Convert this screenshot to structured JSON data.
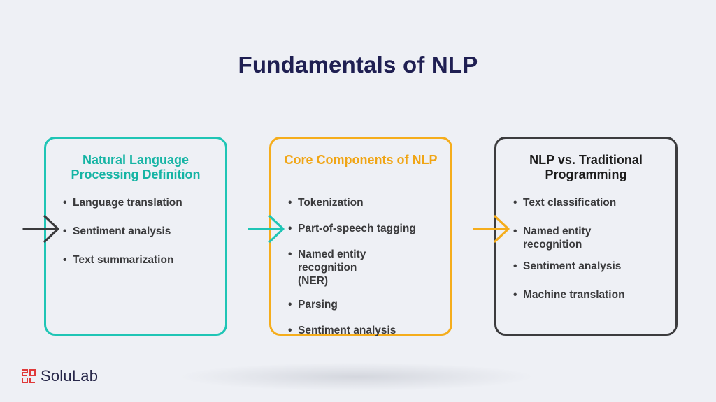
{
  "title": "Fundamentals of NLP",
  "cards": [
    {
      "title": "Natural Language Processing Definition",
      "accent": "#1fc5b5",
      "items": [
        "Language translation",
        "Sentiment analysis",
        "Text summarization"
      ]
    },
    {
      "title": "Core Components of NLP",
      "accent": "#f5ad1c",
      "items": [
        "Tokenization",
        "Part-of-speech tagging",
        "Named entity recognition (NER)",
        "Parsing",
        "Sentiment analysis"
      ]
    },
    {
      "title": "NLP vs. Traditional Programming",
      "accent": "#3c3c3e",
      "items": [
        "Text classification",
        "Named entity recognition",
        "Sentiment analysis",
        "Machine translation"
      ]
    }
  ],
  "arrows": [
    {
      "color": "#3a3a3c",
      "icon": "arrow-right-icon"
    },
    {
      "color": "#1fc5b5",
      "icon": "arrow-right-icon"
    },
    {
      "color": "#f5ad1c",
      "icon": "arrow-right-icon"
    }
  ],
  "brand": {
    "name": "SoluLab",
    "logo_color": "#e03a3a"
  }
}
